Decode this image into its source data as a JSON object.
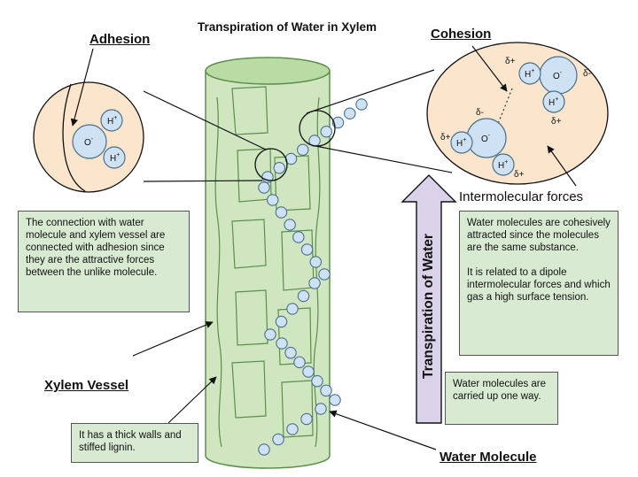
{
  "title": "Transpiration of Water in Xylem",
  "adhesion": {
    "heading": "Adhesion",
    "description": "The connection with water molecule and xylem vessel are connected with adhesion since they are the attractive forces between the unlike molecule.",
    "atoms": {
      "oxygen": "O",
      "oxygen_sup": "-",
      "hydrogen": "H",
      "hydrogen_sup": "+"
    }
  },
  "cohesion": {
    "heading": "Cohesion",
    "atoms": {
      "oxygen": "O",
      "oxygen_sup": "-",
      "hydrogen": "H",
      "hydrogen_sup": "+"
    },
    "delta_minus": "δ-",
    "delta_plus": "δ+"
  },
  "intermolecular": {
    "heading": "Intermolecular forces",
    "paragraph_1": "Water molecules are cohesively attracted since the molecules are the same substance.",
    "paragraph_2": "It is related to a dipole intermolecular forces and which gas a high surface tension."
  },
  "transpiration_label": "Transpiration of Water",
  "xylem_vessel": {
    "heading": "Xylem Vessel",
    "description": "It has a thick walls and stiffed lignin."
  },
  "water_molecule": {
    "heading": "Water Molecule",
    "description": "Water molecules are carried up one way."
  },
  "colors": {
    "vessel_fill": "#cfe6c1",
    "vessel_stroke": "#5d8f4a",
    "molecule_fill": "#cfe2f3",
    "molecule_stroke": "#4a6f8e",
    "zoom_fill": "#fce5cd",
    "note_fill": "#d9ead3",
    "arrow_fill": "#d9d2e9"
  }
}
